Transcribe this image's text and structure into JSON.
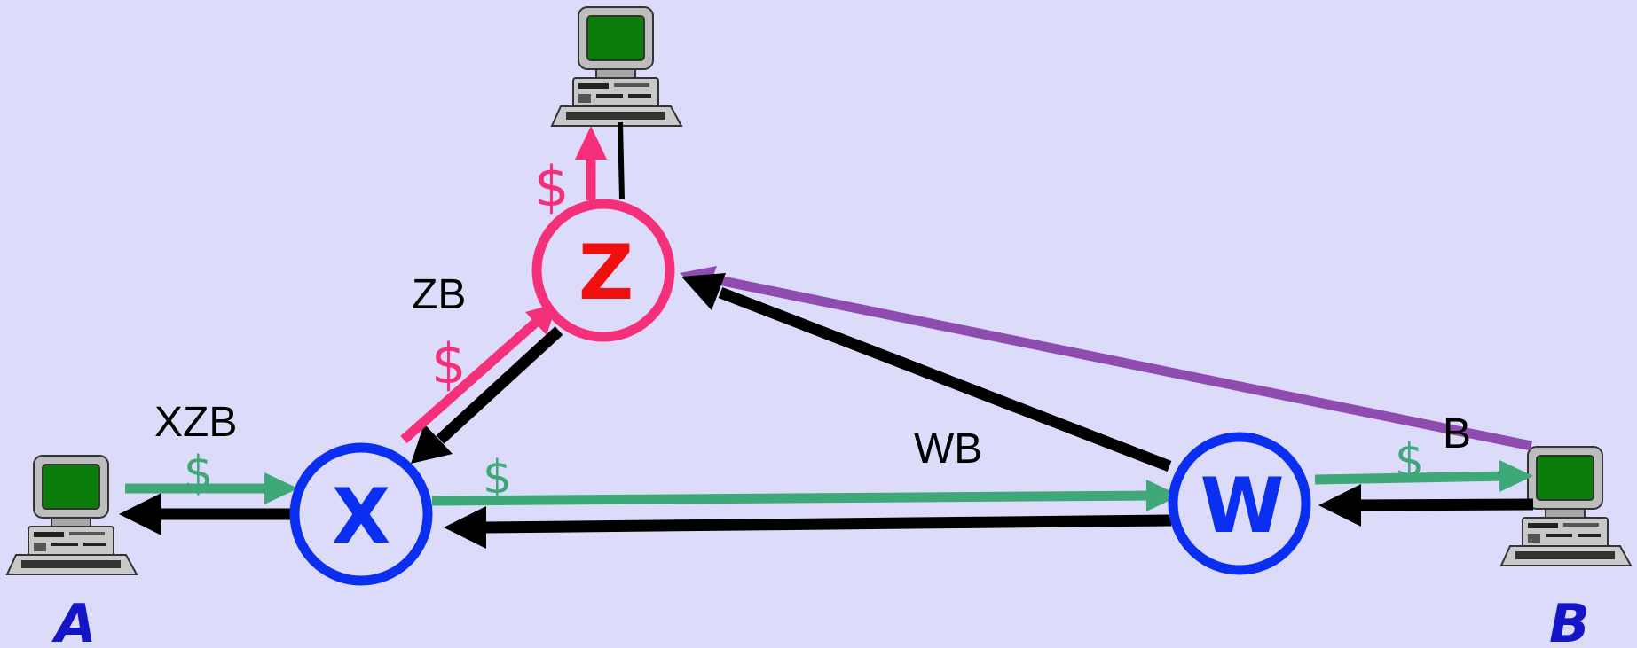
{
  "colors": {
    "background": "#dcdcfa",
    "router": "#0a2ff0",
    "router_z": "#f5307a",
    "router_z_letter": "#f01010",
    "payment_green": "#3fa878",
    "payment_pink": "#f5307a",
    "route_purple": "#8e4bb0",
    "route_black": "#000000",
    "host_label": "#1515c8"
  },
  "nodes": {
    "x": {
      "letter": "X"
    },
    "z": {
      "letter": "Z"
    },
    "w": {
      "letter": "W"
    }
  },
  "hosts": {
    "a": {
      "label": "A",
      "icon": "desktop-computer-icon"
    },
    "b": {
      "label": "B",
      "icon": "desktop-computer-icon"
    },
    "top": {
      "icon": "desktop-computer-icon"
    }
  },
  "route_labels": {
    "xzb": "XZB",
    "zb": "ZB",
    "wb": "WB",
    "b": "B"
  },
  "payment_symbol": "$"
}
